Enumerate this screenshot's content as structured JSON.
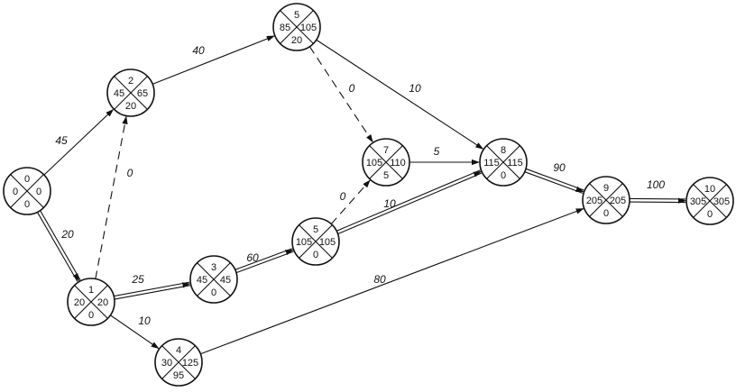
{
  "nodes": [
    {
      "id": "0",
      "top": "0",
      "left": "0",
      "right": "0",
      "bottom": "0"
    },
    {
      "id": "1",
      "top": "1",
      "left": "20",
      "right": "20",
      "bottom": "0"
    },
    {
      "id": "2",
      "top": "2",
      "left": "45",
      "right": "65",
      "bottom": "20"
    },
    {
      "id": "3",
      "top": "3",
      "left": "45",
      "right": "45",
      "bottom": "0"
    },
    {
      "id": "4",
      "top": "4",
      "left": "30",
      "right": "125",
      "bottom": "95"
    },
    {
      "id": "5a",
      "top": "5",
      "left": "85",
      "right": "105",
      "bottom": "20"
    },
    {
      "id": "5b",
      "top": "5",
      "left": "105",
      "right": "105",
      "bottom": "0"
    },
    {
      "id": "7",
      "top": "7",
      "left": "105",
      "right": "110",
      "bottom": "5"
    },
    {
      "id": "8",
      "top": "8",
      "left": "115",
      "right": "115",
      "bottom": "0"
    },
    {
      "id": "9",
      "top": "9",
      "left": "205",
      "right": "205",
      "bottom": "0"
    },
    {
      "id": "10",
      "top": "10",
      "left": "305",
      "right": "305",
      "bottom": "0"
    }
  ],
  "edges": [
    {
      "from": "0",
      "to": "2",
      "label": "45",
      "style": "solid"
    },
    {
      "from": "0",
      "to": "1",
      "label": "20",
      "style": "double"
    },
    {
      "from": "1",
      "to": "2",
      "label": "0",
      "style": "dashed"
    },
    {
      "from": "1",
      "to": "3",
      "label": "25",
      "style": "double"
    },
    {
      "from": "1",
      "to": "4",
      "label": "10",
      "style": "solid"
    },
    {
      "from": "2",
      "to": "5a",
      "label": "40",
      "style": "solid"
    },
    {
      "from": "3",
      "to": "5b",
      "label": "60",
      "style": "double"
    },
    {
      "from": "5a",
      "to": "7",
      "label": "0",
      "style": "dashed"
    },
    {
      "from": "5a",
      "to": "8",
      "label": "10",
      "style": "solid"
    },
    {
      "from": "5b",
      "to": "7",
      "label": "0",
      "style": "dashed"
    },
    {
      "from": "5b",
      "to": "8",
      "label": "10",
      "style": "double"
    },
    {
      "from": "7",
      "to": "8",
      "label": "5",
      "style": "solid"
    },
    {
      "from": "8",
      "to": "9",
      "label": "90",
      "style": "double"
    },
    {
      "from": "4",
      "to": "9",
      "label": "80",
      "style": "solid"
    },
    {
      "from": "9",
      "to": "10",
      "label": "100",
      "style": "double"
    }
  ]
}
